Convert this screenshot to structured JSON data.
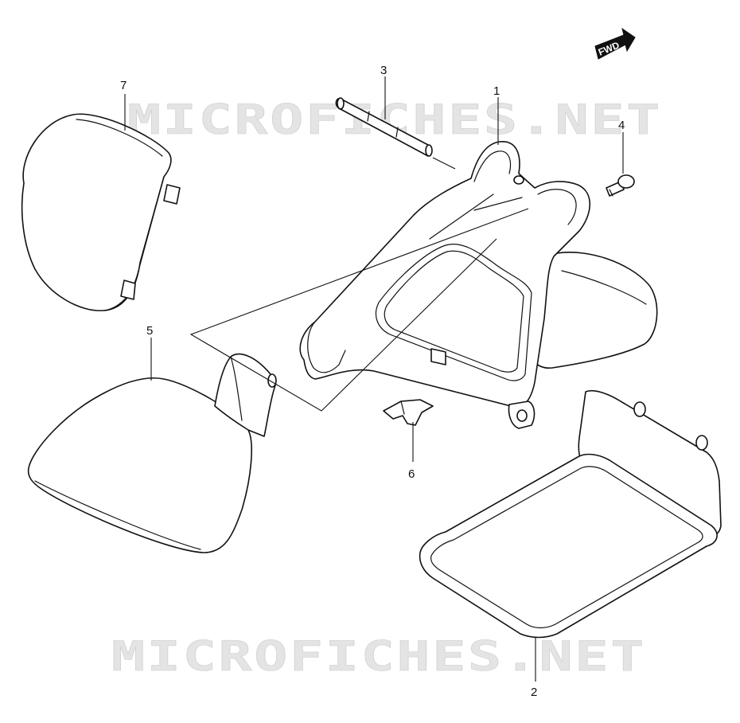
{
  "diagram": {
    "watermark_text": "MICROFICHES.NET",
    "fwd_label": "FWD",
    "callouts": {
      "p1": "1",
      "p2": "2",
      "p3": "3",
      "p4": "4",
      "p5": "5",
      "p6": "6",
      "p7": "7"
    }
  }
}
